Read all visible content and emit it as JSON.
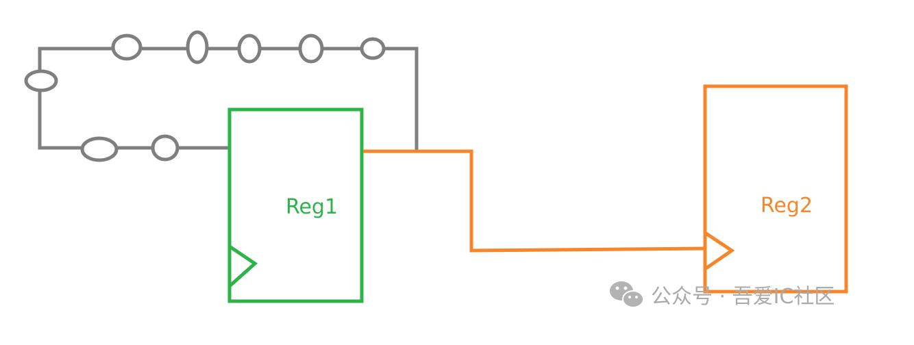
{
  "diagram": {
    "registers": [
      {
        "id": "reg1",
        "label": "Reg1",
        "color": "#2db34a"
      },
      {
        "id": "reg2",
        "label": "Reg2",
        "color": "#f7852a"
      }
    ],
    "clock_tree": {
      "color": "#7f7f7f",
      "buffer_count": 8
    },
    "data_path": {
      "from": "Reg1",
      "to": "Reg2",
      "color": "#f7852a"
    }
  },
  "watermark": {
    "icon": "wechat-icon",
    "text": "公众号 · 吾爱IC社区",
    "color": "#aaaaaa"
  }
}
